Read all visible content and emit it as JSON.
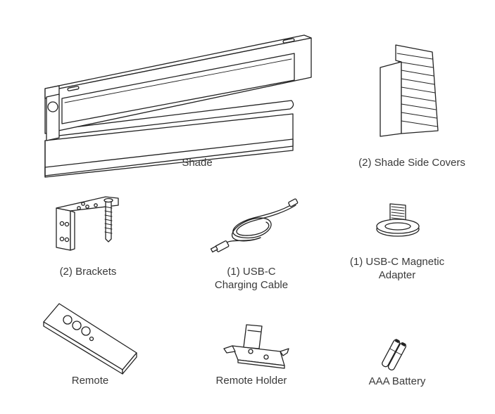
{
  "items": [
    {
      "id": "shade",
      "label": "Shade"
    },
    {
      "id": "side-covers",
      "label": "(2) Shade Side Covers"
    },
    {
      "id": "brackets",
      "label": "(2) Brackets"
    },
    {
      "id": "usb-cable",
      "label_line1": "(1) USB-C",
      "label_line2": "Charging Cable"
    },
    {
      "id": "magnetic-adapter",
      "label_line1": "(1) USB-C Magnetic",
      "label_line2": "Adapter"
    },
    {
      "id": "remote",
      "label": "Remote"
    },
    {
      "id": "remote-holder",
      "label": "Remote Holder"
    },
    {
      "id": "battery",
      "label": "AAA Battery"
    }
  ]
}
